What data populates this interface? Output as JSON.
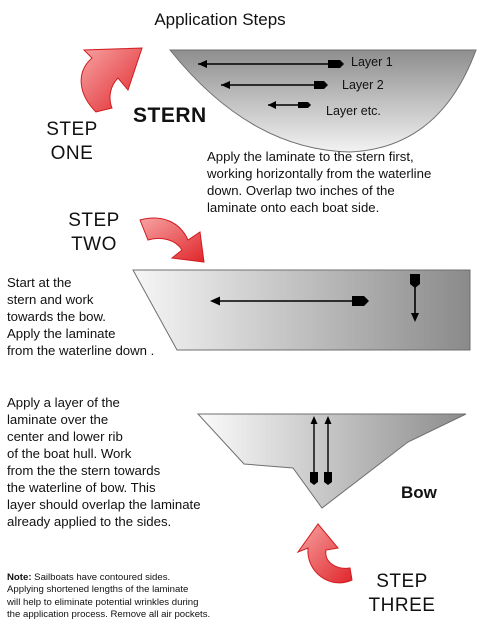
{
  "title": "Application Steps",
  "steps": {
    "one": {
      "line1": "STEP",
      "line2": "ONE"
    },
    "two": {
      "line1": "STEP",
      "line2": "TWO"
    },
    "three": {
      "line1": "STEP",
      "line2": "THREE"
    }
  },
  "stern_label": "STERN",
  "bow_label": "Bow",
  "layer_labels": [
    "Layer 1",
    "Layer 2",
    "Layer etc."
  ],
  "step1_text": "Apply the laminate to the stern first,\nworking horizontally from the waterline\ndown.  Overlap two inches of the\nlaminate onto each boat side.",
  "step2_text": "Start at the\nstern and work\ntowards the bow.\nApply the laminate\nfrom the waterline down .",
  "step3_text": "Apply a layer of the\nlaminate over the\ncenter and lower rib\nof the boat hull.  Work\nfrom the the stern towards\nthe waterline of bow.  This\nlayer should overlap the laminate\nalready applied to the sides.",
  "note": {
    "label": "Note:",
    "text": "  Sailboats have contoured sides.\nApplying shortened lengths of the laminate\nwill help to eliminate potential wrinkles during\nthe application process.  Remove all air pockets."
  },
  "colors": {
    "arrow_red": "#e0262b",
    "hull_dark": "#8c8c8c",
    "hull_light": "#f4f4f4"
  }
}
